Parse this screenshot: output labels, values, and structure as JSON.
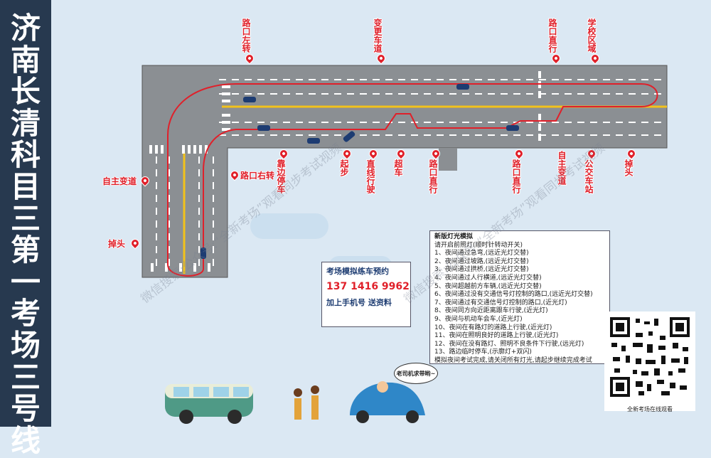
{
  "title": "济南长清科目三第一考场三号线",
  "route_labels": {
    "top": [
      "路口左转",
      "变更车道",
      "路口直行",
      "学校区域"
    ],
    "middle": [
      "路口右转",
      "靠边停车",
      "起步",
      "直线行驶",
      "超车",
      "路口直行",
      "路口直行",
      "自主变道",
      "公交车站",
      "掉头"
    ],
    "left": [
      "自主变道",
      "掉头"
    ]
  },
  "booking": {
    "heading": "考场模拟练车预约",
    "phone": "137 1416 9962",
    "note": "加上手机号  送资料"
  },
  "lights": {
    "title": "新版灯光模拟",
    "items": [
      "请开启前照灯(顺时针转动开关)",
      "1、夜间通过急弯,(远近光灯交替)",
      "2、夜间通过坡路,(远近光灯交替)",
      "3、夜间通过拱桥,(远近光灯交替)",
      "4、夜间通过人行横道,(远近光灯交替)",
      "5、夜间超越前方车辆,(远近光灯交替)",
      "6、夜间通过没有交通信号灯控制的路口,(远近光灯交替)",
      "7、夜间通过有交通信号灯控制的路口,(近光灯)",
      "8、夜间同方向近距离跟车行驶,(近光灯)",
      "9、夜间与机动车会车,(近光灯)",
      "10、夜间在有路灯的道路上行驶,(近光灯)",
      "11、夜间在照明良好的道路上行驶,(近光灯)",
      "12、夜间在没有路灯、照明不良条件下行驶,(远光灯)",
      "13、路边临时停车,(示廓灯+双闪)",
      "模拟夜间考试完成,请关闭所有灯光,请起步继续完成考试"
    ]
  },
  "speech": "老司机求带哟~",
  "qr_caption": "全新考场在线观看",
  "watermark": [
    "微信搜索:公众号:“全新考场”观看同步考试视频"
  ],
  "colors": {
    "road": "#8b8f93",
    "lane": "#ffffff",
    "center": "#f2c21b",
    "route": "#e0202a",
    "sidebar": "#27394f"
  }
}
